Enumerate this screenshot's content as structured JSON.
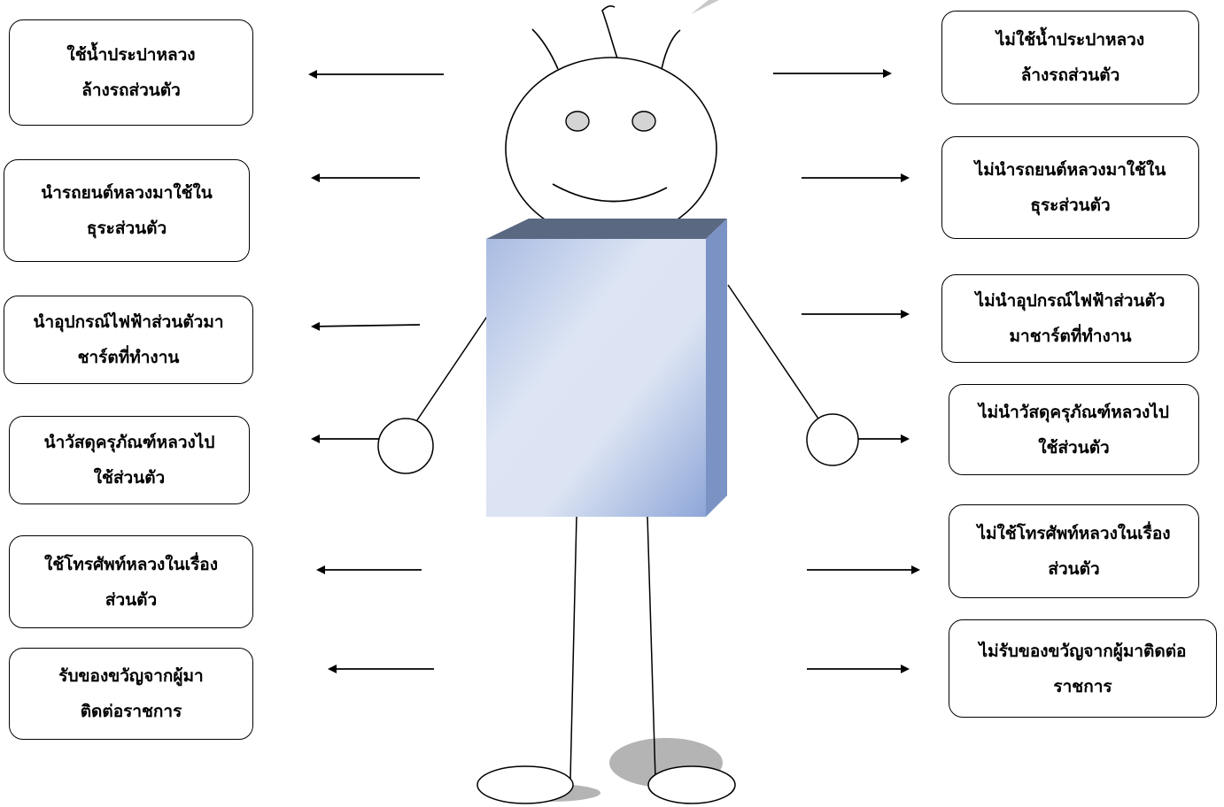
{
  "diagram": {
    "left_items": [
      {
        "line1": "ใช้น้ำประปาหลวง",
        "line2": "ล้างรถส่วนตัว"
      },
      {
        "line1": "นำรถยนต์หลวงมาใช้ใน",
        "line2": "ธุระส่วนตัว"
      },
      {
        "line1": "นำอุปกรณ์ไฟฟ้าส่วนตัวมา",
        "line2": "ชาร์ตที่ทำงาน"
      },
      {
        "line1": "นำวัสดุครุภัณฑ์หลวงไป",
        "line2": "ใช้ส่วนตัว"
      },
      {
        "line1": "ใช้โทรศัพท์หลวงในเรื่อง",
        "line2": "ส่วนตัว"
      },
      {
        "line1": "รับของขวัญจากผู้มา",
        "line2": "ติดต่อราชการ"
      }
    ],
    "right_items": [
      {
        "line1": "ไม่ใช้น้ำประปาหลวง",
        "line2": "ล้างรถส่วนตัว"
      },
      {
        "line1": "ไม่นำรถยนต์หลวงมาใช้ใน",
        "line2": "ธุระส่วนตัว"
      },
      {
        "line1": "ไม่นำอุปกรณ์ไฟฟ้าส่วนตัว",
        "line2": "มาชาร์ตที่ทำงาน"
      },
      {
        "line1": "ไม่นำวัสดุครุภัณฑ์หลวงไป",
        "line2": "ใช้ส่วนตัว"
      },
      {
        "line1": "ไม่ใช้โทรศัพท์หลวงในเรื่อง",
        "line2": "ส่วนตัว"
      },
      {
        "line1": "ไม่รับของขวัญจากผู้มาติดต่อ",
        "line2": "ราชการ"
      }
    ],
    "colors": {
      "body_front_light": "#dbe3f2",
      "body_front_dark": "#8fa8d8",
      "body_top": "#5a6882",
      "body_side": "#7b92c4",
      "eye": "#d4d4d4",
      "shadow": "#b4b4b4"
    }
  }
}
